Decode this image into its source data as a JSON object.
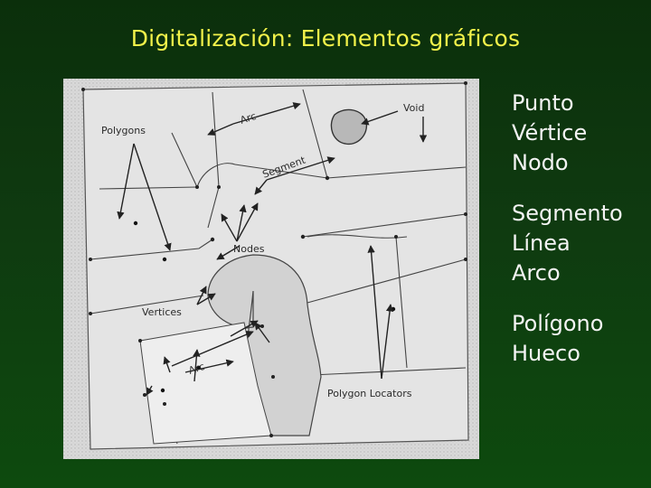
{
  "slide": {
    "title": "Digitalización: Elementos gráficos"
  },
  "figure": {
    "labels": {
      "polygons": "Polygons",
      "arc_top": "Arc",
      "void": "Void",
      "segment": "Segment",
      "nodes": "Nodes",
      "vertices": "Vertices",
      "arc_bottom": "Arc",
      "polygon_locators": "Polygon Locators"
    }
  },
  "terms": [
    {
      "items": [
        "Punto",
        "Vértice",
        "Nodo"
      ]
    },
    {
      "items": [
        "Segmento",
        "Línea",
        "Arco"
      ]
    },
    {
      "items": [
        "Polígono",
        "Hueco"
      ]
    }
  ],
  "colors": {
    "background_top": "#0b2f0b",
    "background_bottom": "#0d4a0e",
    "title": "#f2f24a",
    "list_text": "#f4f4f4"
  }
}
